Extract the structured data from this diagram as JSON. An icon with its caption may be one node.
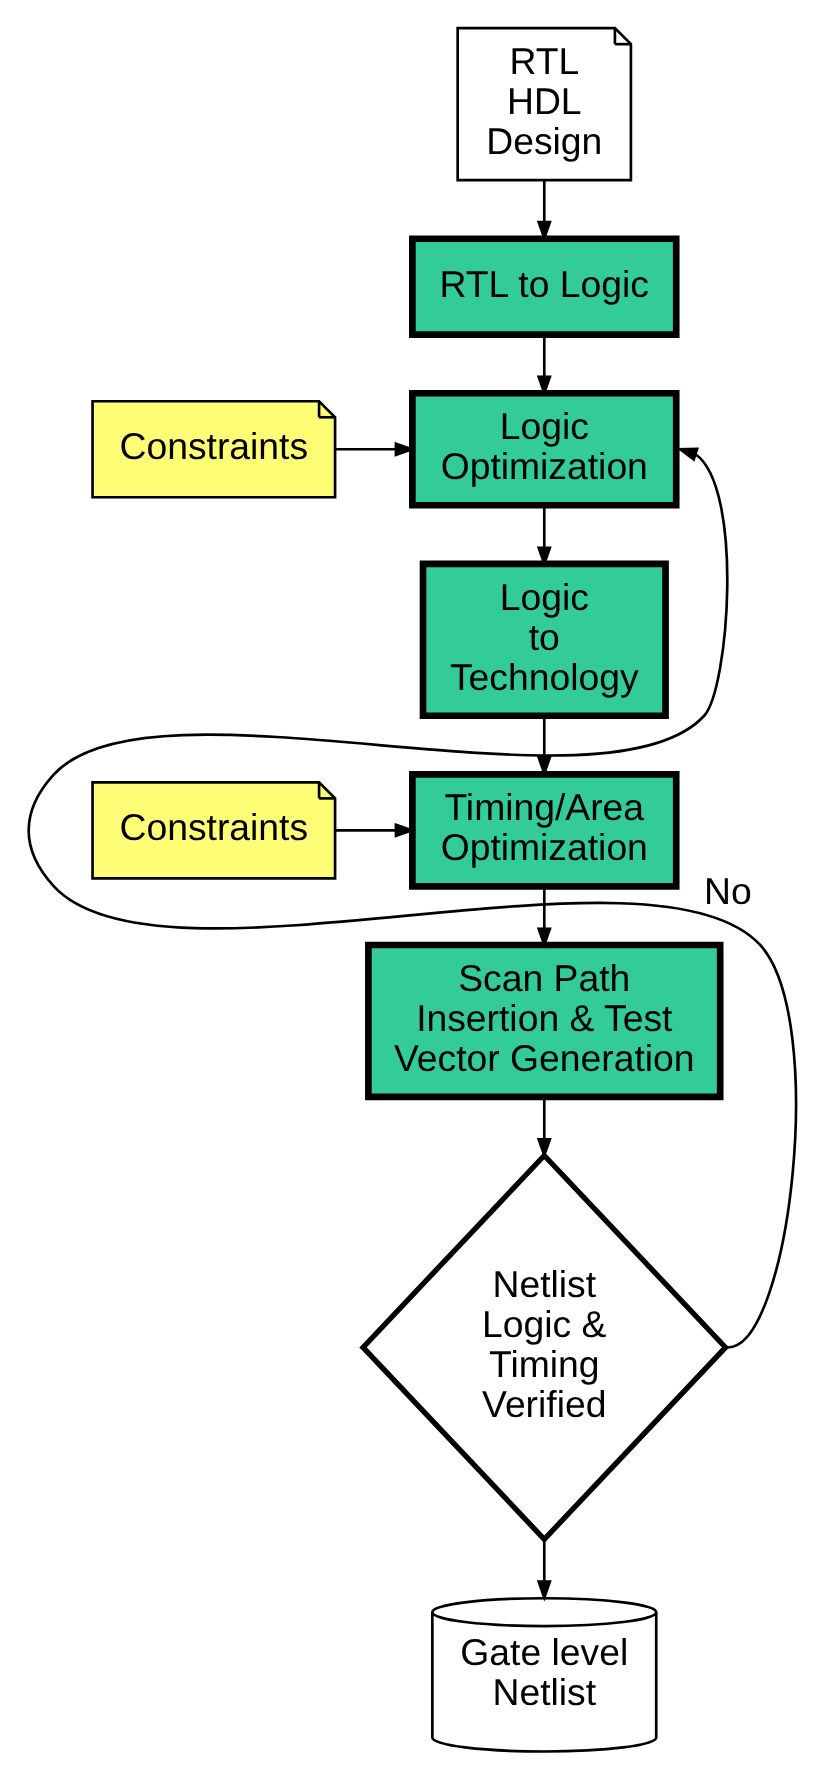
{
  "diagram": {
    "nodes": [
      {
        "text": [
          "RTL HDL Design"
        ]
      },
      {
        "text": [
          "RTL to Logic"
        ]
      },
      {
        "text": [
          "Constraints"
        ]
      },
      {
        "text": [
          "Logic Optimization"
        ]
      },
      {
        "text": [
          "Logic to Technology"
        ]
      },
      {
        "text": [
          "Constraints"
        ]
      },
      {
        "text": [
          "Timing/Area Optimization"
        ]
      },
      {
        "text": [
          "Scan Path Insertion & Test Vector Generation"
        ]
      },
      {
        "text": [
          "Netlist Logic & Timing Verified"
        ]
      },
      {
        "text": [
          "Gate level Netlist"
        ]
      }
    ],
    "edges": [
      {
        "from": 0,
        "to": 1,
        "arrow": "to"
      },
      {
        "from": 1,
        "to": 3,
        "arrow": "to"
      },
      {
        "from": 2,
        "to": 3,
        "arrow": "to"
      },
      {
        "from": 3,
        "to": 4,
        "arrow": "to"
      },
      {
        "from": 4,
        "to": 6,
        "arrow": "to"
      },
      {
        "from": 5,
        "to": 6,
        "arrow": "to"
      },
      {
        "from": 6,
        "to": 7,
        "arrow": "to"
      },
      {
        "from": 7,
        "to": 8,
        "arrow": "to"
      },
      {
        "from": 8,
        "to": 9,
        "arrow": "to"
      },
      {
        "from": 8,
        "to": 3,
        "arrow": "to",
        "label": "No"
      }
    ]
  }
}
